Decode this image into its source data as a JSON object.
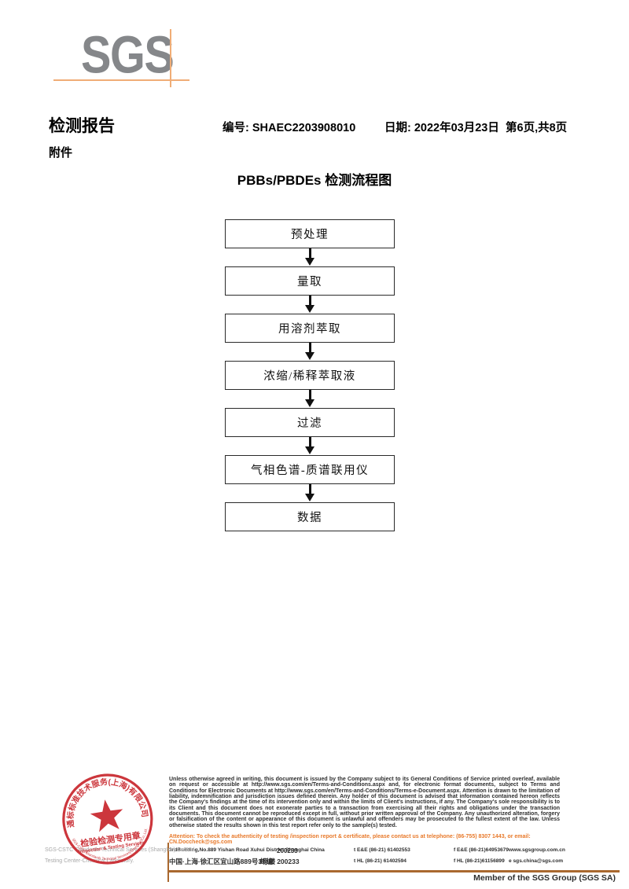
{
  "logo": {
    "text": "SGS"
  },
  "header": {
    "report_title": "检测报告",
    "report_no": "编号: SHAEC2203908010",
    "date": "日期: 2022年03月23日",
    "page_info": "第6页,共8页",
    "attachment_label": "附件"
  },
  "flowchart": {
    "title": "PBBs/PBDEs 检测流程图",
    "steps": [
      "预处理",
      "量取",
      "用溶剂萃取",
      "浓缩/稀释萃取液",
      "过滤",
      "气相色谱-质谱联用仪",
      "数据"
    ]
  },
  "stamp": {
    "arc_top": "通标标准技术服务(上海)有限公司",
    "line1": "检验检测专用章",
    "line2": "Inspection & Testing Services",
    "arc_bottom": "SGS-CSTC Standards Technical Services(Shanghai)Co.,Ltd.",
    "star_icon": "★",
    "color": "#c8262c"
  },
  "company": {
    "line1": "SGS-CSTC Standards Technical Services (Shanghai) Co.,Ltd.",
    "line2": "Testing Center-Chemical Laboratory."
  },
  "disclaimer": {
    "body": "Unless otherwise agreed in writing, this document is issued by the Company subject to its General Conditions of Service printed overleaf, available on request or accessible at http://www.sgs.com/en/Terms-and-Conditions.aspx and, for electronic format documents, subject to Terms and Conditions for Electronic Documents at http://www.sgs.com/en/Terms-and-Conditions/Terms-e-Document.aspx. Attention is drawn to the limitation of liability, indemnification and jurisdiction issues defined therein. Any holder of this document is advised that information contained hereon reflects the Company's findings at the time of its intervention only and within the limits of Client's instructions, if any. The Company's sole responsibility is to its Client and this document does not exonerate parties to a transaction from exercising all their rights and obligations under the transaction documents. This document cannot be reproduced except in full, without prior written approval of the Company. Any unauthorized alteration, forgery or falsification of the content or appearance of this document is unlawful and offenders may be prosecuted to the fullest extent of the law. Unless otherwise stated the results shown in this test report refer only to the sample(s) tested.",
    "attention": "Attention: To check the authenticity of testing /inspection report & certificate, please contact us at telephone: (86-755) 8307 1443, or email: CN.Doccheck@sgs.com"
  },
  "address": {
    "en": "3rdBuilding,No.889 Yishan Road Xuhui District,Shanghai China",
    "en_post": "200233",
    "cn": "中国·上海·徐汇区宜山路889号3号楼",
    "cn_post": "邮编: 200233",
    "tel1": "t E&E (86-21) 61402553",
    "fax1": "f E&E (86-21)64953679",
    "web": "www.sgsgroup.com.cn",
    "tel2": "t HL (86-21) 61402594",
    "fax2": "f HL (86-21)61156899",
    "email": "e sgs.china@sgs.com"
  },
  "footer": {
    "member": "Member of the SGS Group (SGS SA)"
  },
  "colors": {
    "logo_gray": "#85878a",
    "line_orange": "#f0ad76",
    "rule_brown": "#a9682f",
    "attention_orange": "#e8792a",
    "stamp_red": "#c8262c"
  }
}
